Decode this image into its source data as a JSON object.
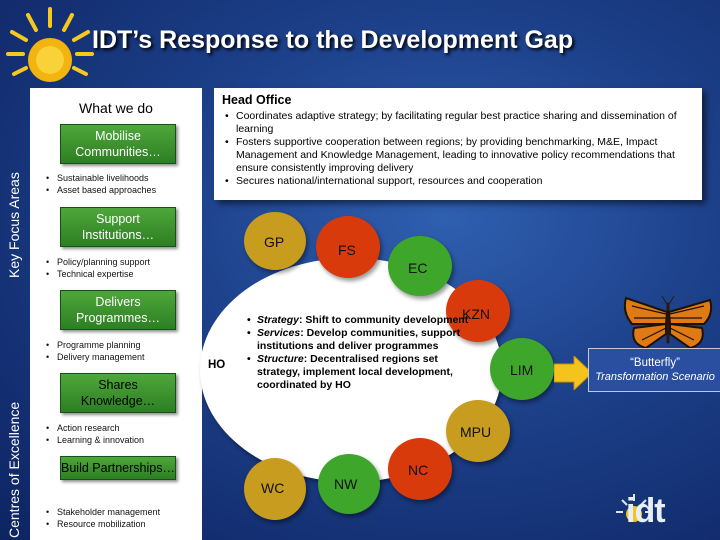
{
  "title": "IDT’s Response to the Development Gap",
  "side_labels": {
    "top": "Key Focus Areas",
    "bottom": "Centres of Excellence"
  },
  "left_column": {
    "heading": "What we do",
    "sections": [
      {
        "label": "Mobilise Communities…",
        "bullets": [
          "Sustainable livelihoods",
          "Asset based approaches"
        ]
      },
      {
        "label": "Support Institutions…",
        "bullets": [
          "Policy/planning support",
          "Technical expertise"
        ]
      },
      {
        "label": "Delivers Programmes…",
        "bullets": [
          "Programme planning",
          "Delivery management"
        ]
      },
      {
        "label": "Shares Knowledge…",
        "bullets": [
          "Action research",
          "Learning & innovation"
        ]
      },
      {
        "label": "Build Partnerships…",
        "bullets": [
          "Stakeholder management",
          "Resource mobilization"
        ]
      }
    ]
  },
  "head_office": {
    "title": "Head Office",
    "bullets": [
      "Coordinates adaptive strategy; by facilitating regular best practice sharing and dissemination of learning",
      "Fosters supportive cooperation between regions; by providing benchmarking, M&E, Impact Management and Knowledge Management, leading to innovative policy recommendations that ensure consistently improving delivery",
      "Secures national/international support, resources and cooperation"
    ]
  },
  "ho_label": "HO",
  "regions": [
    "GP",
    "FS",
    "EC",
    "KZN",
    "LIM",
    "MPU",
    "NC",
    "NW",
    "WC"
  ],
  "center_bullets": [
    {
      "term": "Strategy",
      "text": ": Shift to community development"
    },
    {
      "term": "Services",
      "text": ": Develop communities, support institutions and deliver programmes"
    },
    {
      "term": "Structure",
      "text": ": Decentralised regions set strategy, implement local development, coordinated by HO"
    }
  ],
  "butterfly": {
    "title": "“Butterfly”",
    "subtitle": "Transformation Scenario"
  },
  "logo_text": "idt",
  "colors": {
    "green_box": "#3f9a32",
    "region_gold": "#c79c1f",
    "region_red": "#d93a0c",
    "region_green": "#3ea62b",
    "arrow": "#f5c41c"
  }
}
